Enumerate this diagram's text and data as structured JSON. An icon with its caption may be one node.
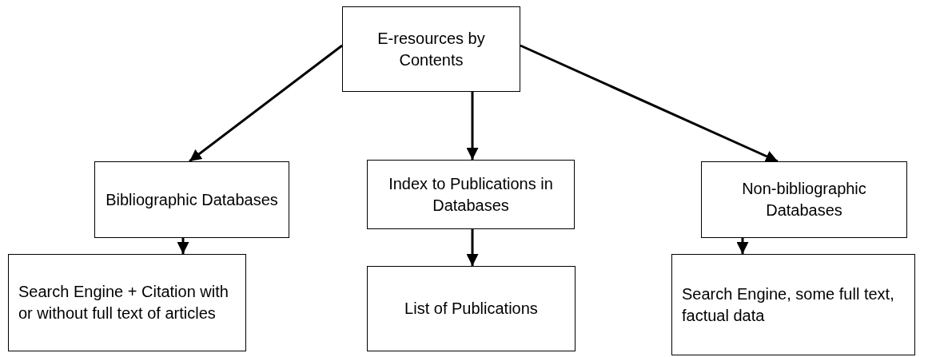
{
  "diagram": {
    "nodes": [
      {
        "text": [
          "E-resources by Contents"
        ]
      },
      {
        "text": [
          "Bibliographic Databases"
        ]
      },
      {
        "text": [
          "Index to Publications in Databases"
        ]
      },
      {
        "text": [
          "Non-bibliographic Databases"
        ]
      },
      {
        "text": [
          "Search Engine + Citation with or without full text of articles"
        ]
      },
      {
        "text": [
          "List of Publications"
        ]
      },
      {
        "text": [
          "Search Engine, some full text, factual data"
        ]
      }
    ],
    "edges": [
      {
        "from": 0,
        "to": 1,
        "arrow": "to"
      },
      {
        "from": 0,
        "to": 2,
        "arrow": "to"
      },
      {
        "from": 0,
        "to": 3,
        "arrow": "to"
      },
      {
        "from": 1,
        "to": 4,
        "arrow": "to"
      },
      {
        "from": 2,
        "to": 5,
        "arrow": "to"
      },
      {
        "from": 3,
        "to": 6,
        "arrow": "to"
      }
    ]
  }
}
